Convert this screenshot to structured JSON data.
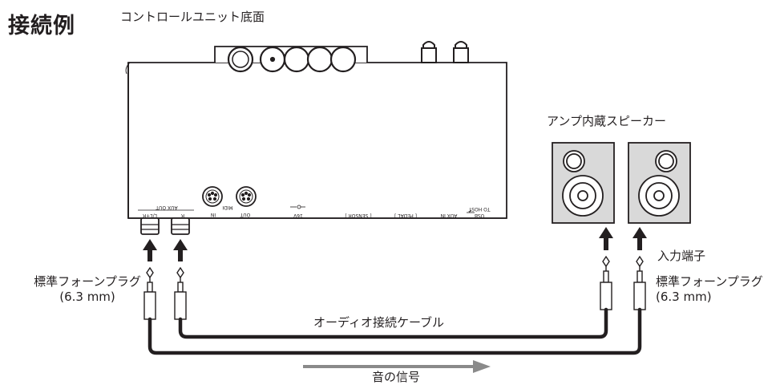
{
  "heading": "接続例",
  "unit_caption": "コントロールユニット底面",
  "speaker_caption": "アンプ内蔵スピーカー",
  "input_jack_label": "入力端子",
  "plug_label_left": {
    "line1": "標準フォーンプラグ",
    "line2": "(6.3 mm)"
  },
  "plug_label_right": {
    "line1": "標準フォーンプラグ",
    "line2": "(6.3 mm)"
  },
  "cable_label": "オーディオ接続ケーブル",
  "signal_label": "音の信号",
  "panel_labels": {
    "aux_out": "AUX OUT",
    "l_lr": "L/L+R",
    "r": "R",
    "midi": "MIDI",
    "midi_in": "IN",
    "midi_out": "OUT",
    "dc_in": "16V",
    "sensor": "[ SENSOR ]",
    "pedal": "[ PEDAL ]",
    "aux_in": "AUX IN",
    "usb": "USB",
    "to_host": "TO HOST"
  },
  "colors": {
    "line": "#231f20",
    "fill_gray": "#d9d9d9",
    "signal_arrow": "#8a8a8a"
  }
}
